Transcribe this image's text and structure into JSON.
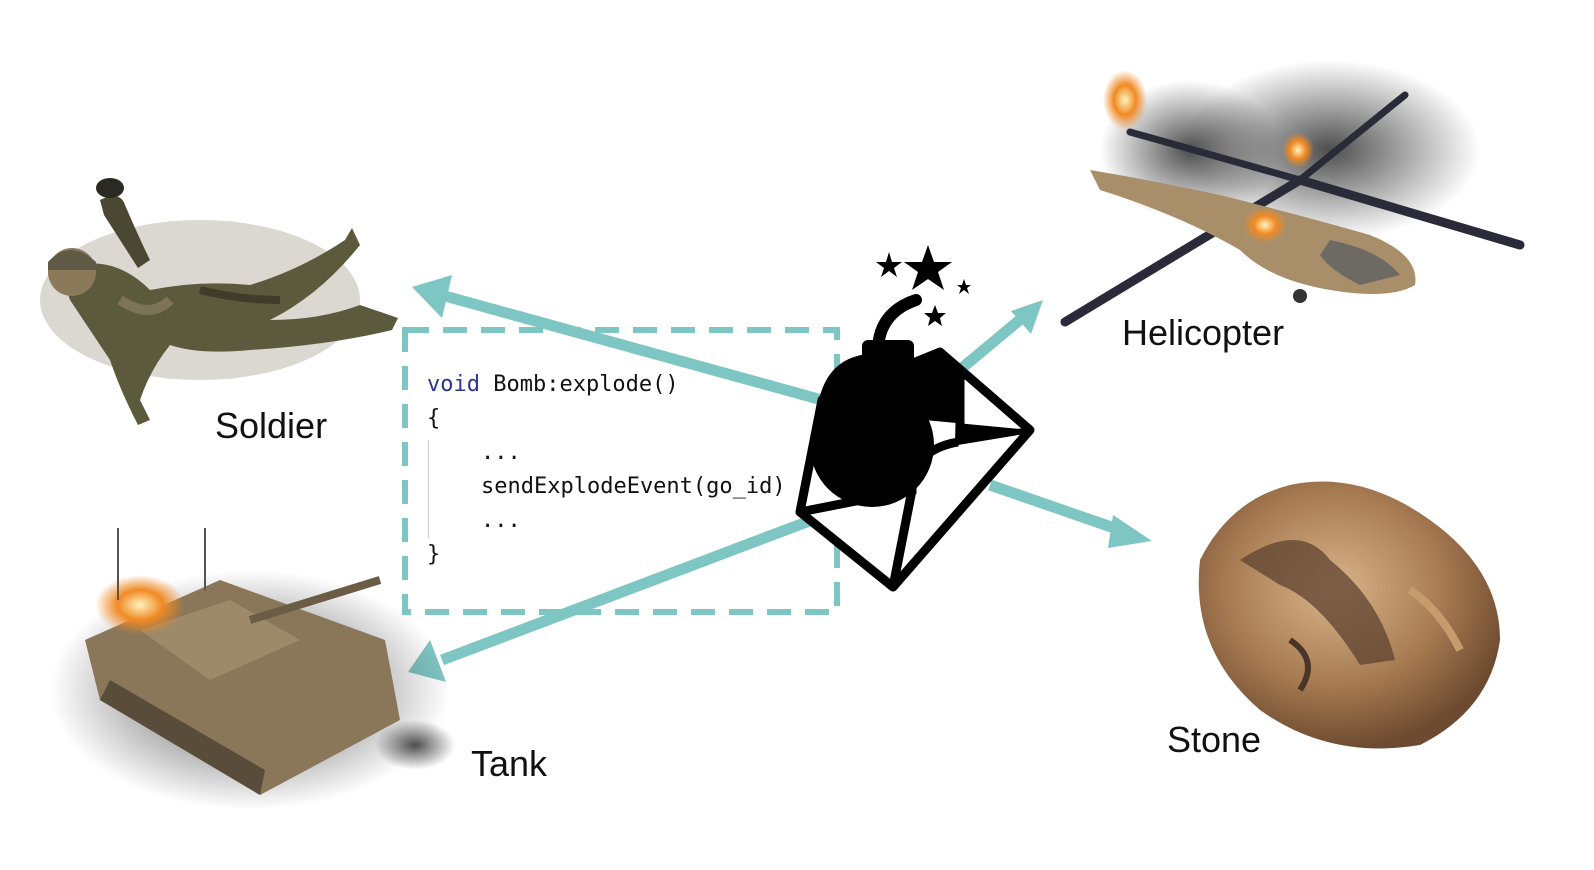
{
  "diagram": {
    "colors": {
      "arrow": "#7ec6c4",
      "code_border": "#7ec6c4",
      "keyword": "#2c3591",
      "text": "#111111",
      "icon": "#000000"
    },
    "center_icon": "bomb-envelope-icon",
    "code": {
      "keyword": "void",
      "signature": " Bomb:explode()",
      "open_brace": "{",
      "lines": [
        "...",
        "sendExplodeEvent(go_id)",
        "..."
      ],
      "close_brace": "}"
    },
    "targets": [
      {
        "label": "Soldier",
        "image": "soldier-image"
      },
      {
        "label": "Helicopter",
        "image": "burning-helicopter-image"
      },
      {
        "label": "Tank",
        "image": "burning-tank-image"
      },
      {
        "label": "Stone",
        "image": "stone-rock-image"
      }
    ]
  }
}
